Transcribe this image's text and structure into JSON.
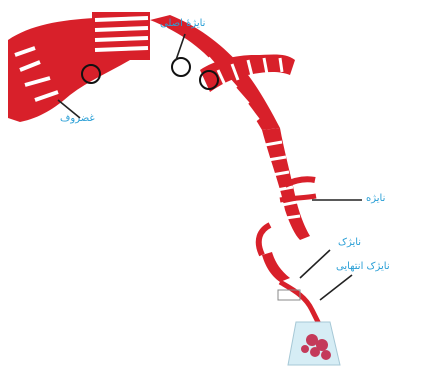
{
  "labels": {
    "cartilage": "غضروف",
    "main_bronchus": "نایژۀ اصلی",
    "bronchus": "نایژه",
    "bronchiole": "نایژک",
    "terminal_bronchiole": "نایژک انتهایی"
  },
  "colors": {
    "airway": "#d8202a",
    "airway_dark": "#b51820",
    "cartilage_gap": "#ffffff",
    "label_text": "#2a9fd6",
    "leader_line": "#222222",
    "marker_circle": "#111111",
    "alveoli": "#c43a5a",
    "alveolar_sac_bg": "#d6edf5"
  }
}
